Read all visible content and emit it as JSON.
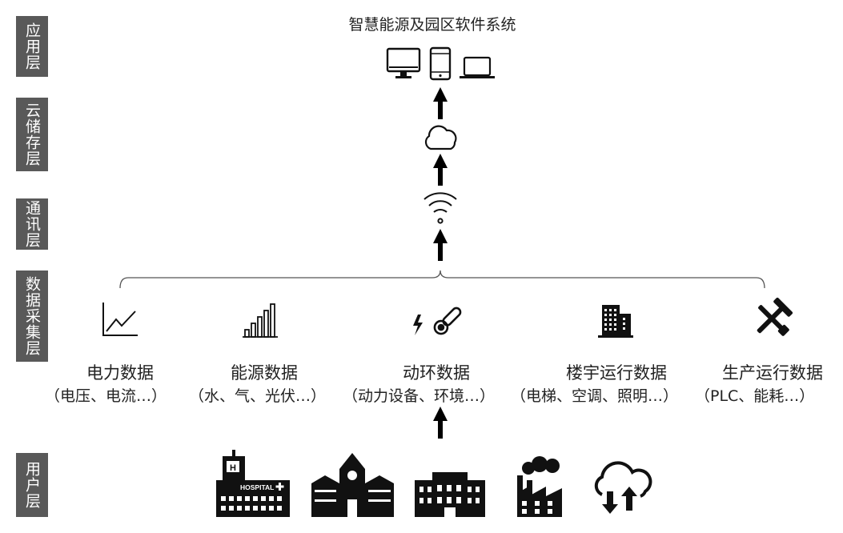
{
  "layers": {
    "application": "应用层",
    "cloud": "云储存层",
    "communication": "通讯层",
    "data_collection": "数据采集层",
    "user": "用户层"
  },
  "title": "智慧能源及园区软件系统",
  "categories": [
    {
      "name": "电力数据",
      "detail": "（电压、电流…）",
      "icon": "line-chart-icon"
    },
    {
      "name": "能源数据",
      "detail": "（水、气、光伏…）",
      "icon": "bar-chart-icon"
    },
    {
      "name": "动环数据",
      "detail": "（动力设备、环境…）",
      "icon": "thermometer-lightning-icon"
    },
    {
      "name": "楼宇运行数据",
      "detail": "（电梯、空调、照明…）",
      "icon": "building-icon"
    },
    {
      "name": "生产运行数据",
      "detail": "（PLC、能耗…）",
      "icon": "tools-icon"
    }
  ],
  "hospital_sign": "HOSPITAL",
  "user_icons": [
    "hospital-icon",
    "school-icon",
    "office-building-icon",
    "factory-icon",
    "cloud-sync-icon"
  ],
  "device_icons": [
    "monitor-icon",
    "phone-icon",
    "laptop-icon"
  ]
}
